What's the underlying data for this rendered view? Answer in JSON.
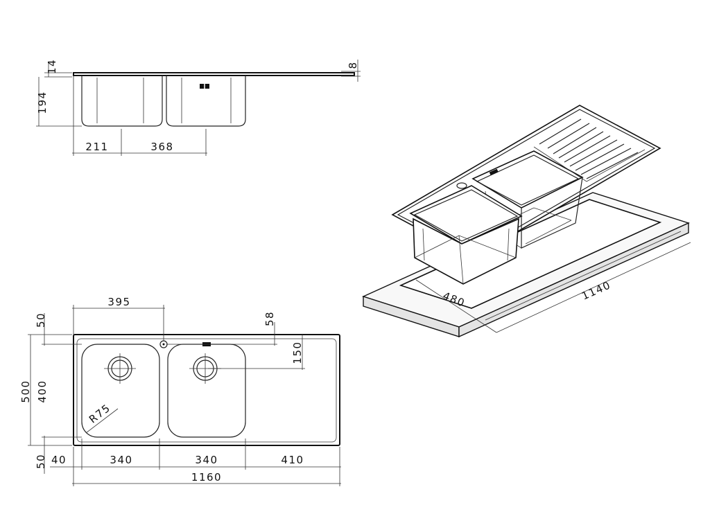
{
  "side_view": {
    "dims": {
      "rim_thickness": "14",
      "bowl_depth": "194",
      "drainer_thickness": "8",
      "waste_offset": "211",
      "waste_spacing": "368"
    }
  },
  "plan_view": {
    "dims": {
      "tap_offset_x": "395",
      "top_margin": "50",
      "tap_hole_offset": "58",
      "overall_depth": "500",
      "bowl_depth": "400",
      "waste_center_y": "150",
      "corner_radius": "R75",
      "bottom_margin": "50",
      "left_margin": "40",
      "bowl1_width": "340",
      "bowl2_width": "340",
      "drainer_width": "410",
      "overall_width": "1160"
    }
  },
  "iso_view": {
    "dims": {
      "cutout_depth": "480",
      "cutout_width": "1140"
    }
  },
  "colors": {
    "line": "#222222",
    "background": "#ffffff",
    "countertop": "#e4e4e4"
  }
}
